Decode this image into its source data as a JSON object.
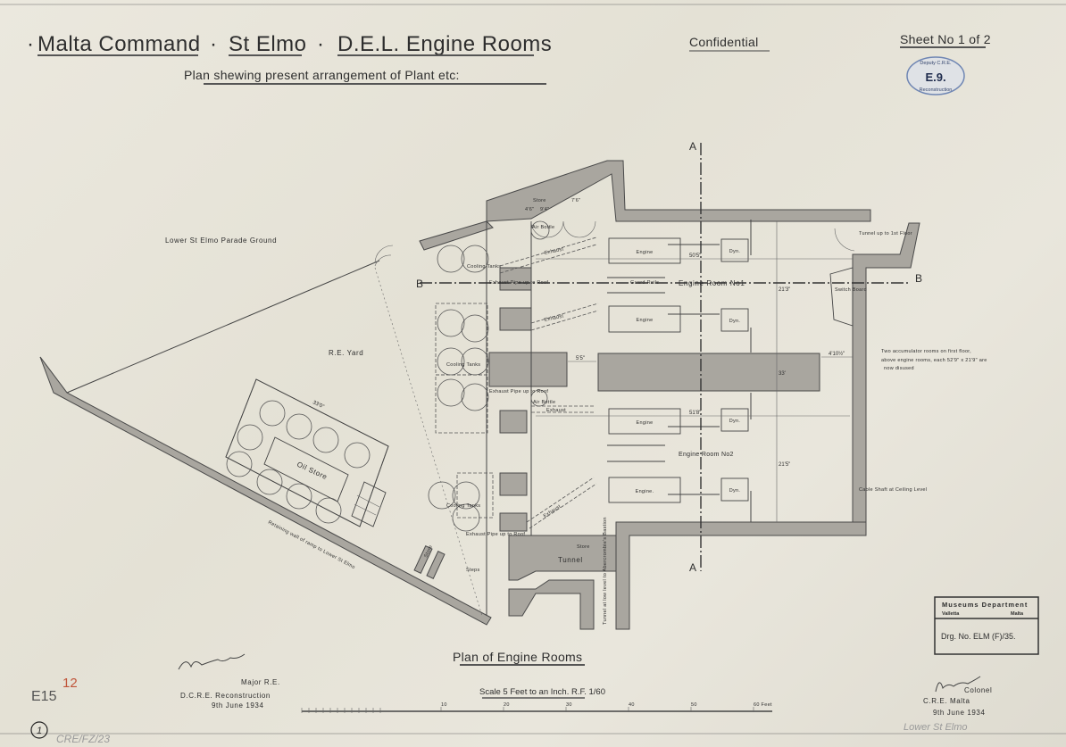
{
  "header": {
    "title_parts": [
      "Malta Command",
      "St Elmo",
      "D.E.L. Engine Rooms"
    ],
    "subtitle": "Plan shewing present arrangement of Plant etc:",
    "confidential": "Confidential",
    "sheet": "Sheet No 1 of 2"
  },
  "stamp": {
    "top": "Deputy C.R.E.",
    "center": "E.9.",
    "bottom": "Reconstruction",
    "color": "#6f86b3"
  },
  "site_labels": {
    "parade_ground": "Lower St Elmo Parade Ground",
    "yard": "R.E. Yard",
    "oil_store": "Oil Store",
    "retaining_wall": "Retaining wall of ramp to Lower St Elmo",
    "tunnel": "Tunnel",
    "tunnel_note": "Tunnel at low level to Abercrombie's Bastion",
    "store": "Store",
    "steps": "Steps"
  },
  "plant": {
    "engines": [
      "Engine",
      "Engine",
      "Engine",
      "Engine."
    ],
    "dynamos": [
      "Dyn.",
      "Dyn.",
      "Dyn.",
      "Dyn."
    ],
    "rooms": [
      "Engine Room No1",
      "Engine Room No2"
    ],
    "exhaust": "Exhaust",
    "cooling_tanks": "Cooling Tanks",
    "air_bottle": "Air Bottle",
    "exhaust_pipe": "Exhaust Pipe up to Roof",
    "guard_rails": "Guard Rails",
    "switch_board": "Switch Board",
    "tunnel_up": "Tunnel up to 1st Floor",
    "cable_shaft": "Cable Shaft at Ceiling Level",
    "store_top": "Store"
  },
  "dimensions": {
    "len1": "50'5\"",
    "len2": "51'8\"",
    "w1": "21'3\"",
    "w2": "33'",
    "w3": "21'5\"",
    "gap": "5'5\"",
    "gap2": "4'10½\"",
    "store_w": "9'4\"",
    "store_h": "7'6\"",
    "store_d": "4'6\"",
    "oil_len": "33'0\""
  },
  "sections": {
    "a": "A",
    "b": "B"
  },
  "note": [
    "Two accumulator rooms on first floor,",
    "above engine rooms, each 52'9\" x 21'9\" are",
    "now disused"
  ],
  "plan_title": "Plan of Engine Rooms",
  "scale": {
    "text": "Scale 5 Feet to an Inch. R.F. 1/60",
    "labels": [
      "10",
      "20",
      "30",
      "40",
      "50",
      "60 Feet"
    ]
  },
  "signoff_left": {
    "rank": "Major R.E.",
    "role": "D.C.R.E. Reconstruction",
    "date": "9th June 1934"
  },
  "signoff_right": {
    "rank": "Colonel",
    "role": "C.R.E. Malta",
    "date": "9th June 1934"
  },
  "museum": {
    "dept": "Museums Department",
    "city": "Valletta",
    "country": "Malta",
    "drg": "Drg. No. ELM (F)/35."
  },
  "annotations": {
    "ref1": "E15",
    "ref2": "12",
    "ref3": "CRE/FZ/23",
    "circled": "1",
    "pencil": "Lower St Elmo",
    "pencil_color": "#9a9a9a",
    "red_color": "#c0553a"
  }
}
